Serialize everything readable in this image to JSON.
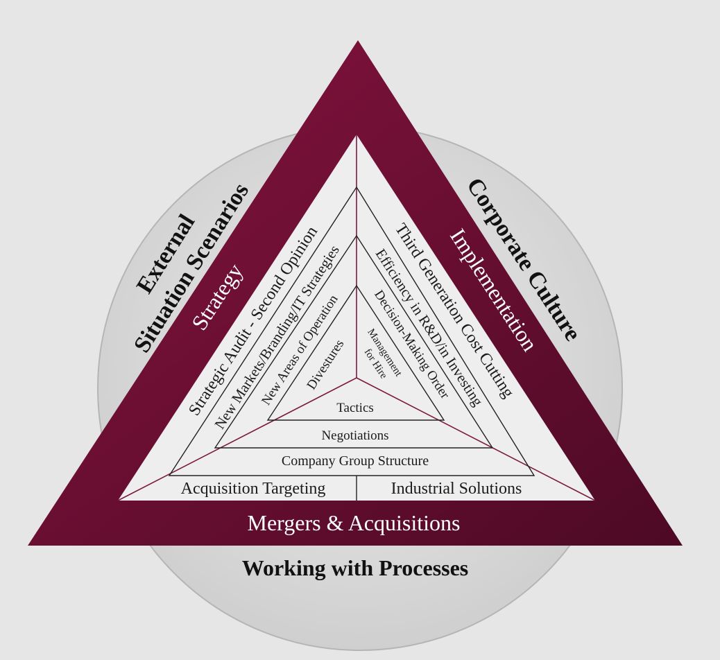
{
  "colors": {
    "background": "#e6e6e6",
    "circle_fill": "#d9d9d9",
    "band": "#7a0f3a",
    "band_dark": "#4a0822",
    "inner_fill": "#eeeeee",
    "inner_line": "#7a1a40",
    "text_dark": "#111111",
    "text_light": "#ffffff"
  },
  "outer": {
    "external_1": "External",
    "external_2": "Situation Scenarios",
    "corporate_culture": "Corporate Culture",
    "working_with_processes": "Working with Processes"
  },
  "band": {
    "strategy": "Strategy",
    "implementation": "Implementation",
    "mergers": "Mergers & Acquisitions"
  },
  "left_wedge": [
    "Strategic Audit - Second Opinion",
    "New Markets/Branding/IT Strategies",
    "New Areas of Operation",
    "Divestures"
  ],
  "right_wedge": [
    "Third Generation Cost Cutting",
    "Efficiency in R&D/in Investing",
    "Decision-Making Order",
    "Management",
    "for Hire"
  ],
  "bottom_wedge": [
    "Tactics",
    "Negotiations",
    "Company Group Structure",
    "Acquisition Targeting",
    "Industrial Solutions"
  ]
}
